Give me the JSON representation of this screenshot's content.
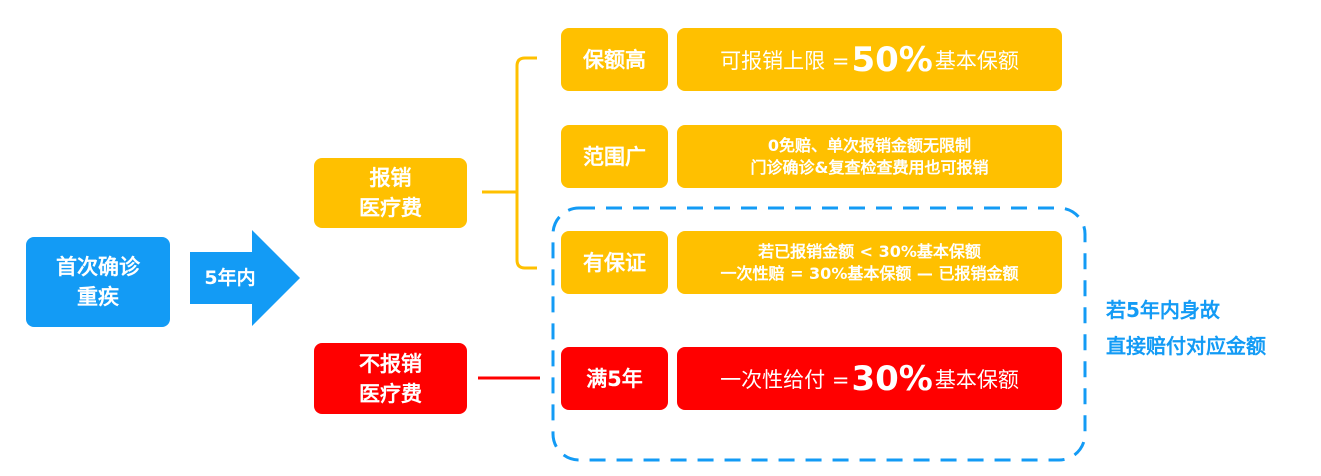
{
  "start": {
    "line1": "首次确诊",
    "line2": "重疾"
  },
  "arrow_label": "5年内",
  "reimburse": {
    "line1": "报销",
    "line2": "医疗费"
  },
  "no_reimburse": {
    "line1": "不报销",
    "line2": "医疗费"
  },
  "rows": [
    {
      "tag": "保额高",
      "prefix": "可报销上限 = ",
      "pct": "50%",
      "suffix": "基本保额"
    },
    {
      "tag": "范围广",
      "line1": "0免赔、单次报销金额无限制",
      "line2": "门诊确诊&复查检查费用也可报销"
    },
    {
      "tag": "有保证",
      "line1": "若已报销金额 < 30%基本保额",
      "line2": "一次性赔 = 30%基本保额 — 已报销金额"
    },
    {
      "tag": "满5年",
      "prefix": "一次性给付 = ",
      "pct": "30%",
      "suffix": "基本保额"
    }
  ],
  "side_note": {
    "line1": "若5年内身故",
    "line2": "直接赔付对应金额"
  },
  "colors": {
    "blue": "#139bf5",
    "yellow": "#ffc000",
    "red": "#ff0000"
  }
}
